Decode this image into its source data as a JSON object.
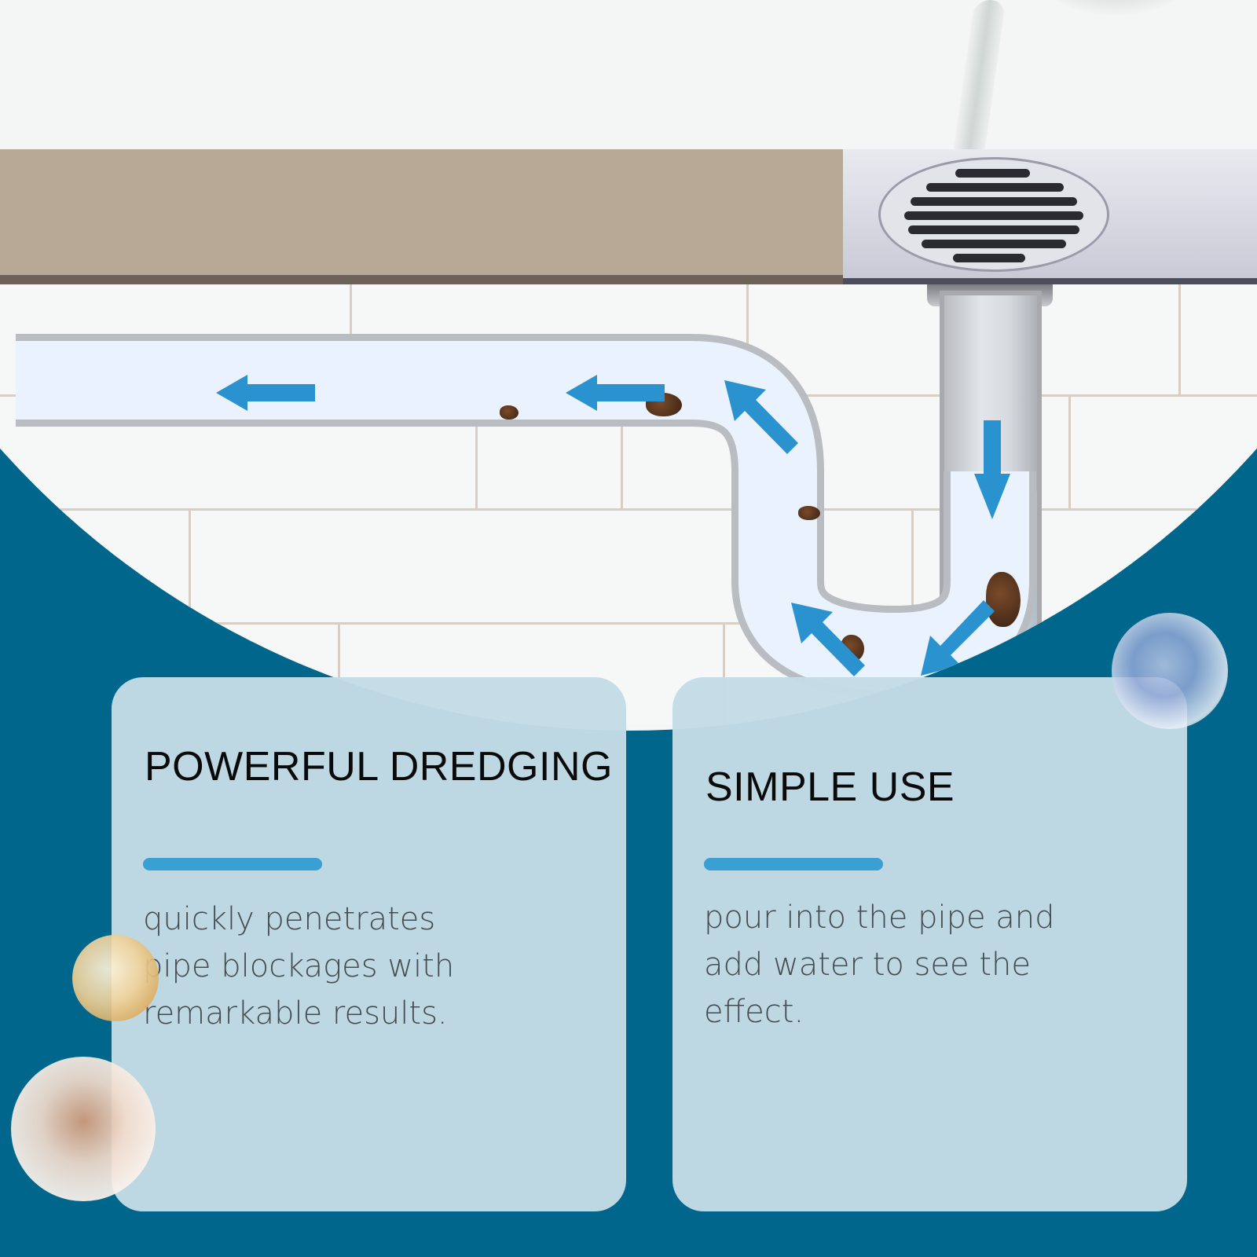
{
  "scene": {
    "illustration": "s-trap-drain-pipe-cutaway",
    "flow_arrows": [
      {
        "direction": "left",
        "label": "arrow-left-1"
      },
      {
        "direction": "left",
        "label": "arrow-left-2"
      },
      {
        "direction": "up-left",
        "label": "arrow-up-left-top"
      },
      {
        "direction": "down",
        "label": "arrow-down-drain"
      },
      {
        "direction": "down-left",
        "label": "arrow-down-left-bottom"
      },
      {
        "direction": "up-left",
        "label": "arrow-up-left-bottom"
      }
    ],
    "colors": {
      "background_blue": "#01668b",
      "countertop": "#b8a997",
      "arrow_blue": "#2a93cf",
      "card_bg": "#c3dce6",
      "accent_bar": "#3a9fd2",
      "debris": "#4a2c18"
    }
  },
  "cards": [
    {
      "title": "POWERFUL DREDGING",
      "body": "quickly penetrates pipe blockages with remarkable results."
    },
    {
      "title": "SIMPLE USE",
      "body": "pour into the pipe and add water to see the effect."
    }
  ],
  "decorations": [
    "blue-bubble",
    "gold-molecule-bubble",
    "pearl-bubble"
  ]
}
